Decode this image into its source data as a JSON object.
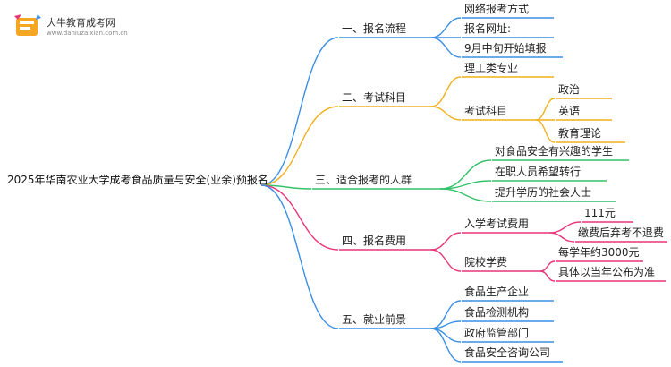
{
  "logo": {
    "name": "大牛教育成考网",
    "url": "www.daniuzaixian.com.cn"
  },
  "root": "2025年华南农业大学成考食品质量与安全(业余)预报名",
  "branches": [
    {
      "label": "一、报名流程",
      "color": "#3a8ee6",
      "children": [
        {
          "label": "网络报考方式"
        },
        {
          "label": "报名网址:"
        },
        {
          "label": "9月中旬开始填报"
        }
      ]
    },
    {
      "label": "二、考试科目",
      "color": "#f2b01e",
      "children": [
        {
          "label": "理工类专业"
        },
        {
          "label": "考试科目",
          "children": [
            {
              "label": "政治"
            },
            {
              "label": "英语"
            },
            {
              "label": "教育理论"
            }
          ]
        }
      ]
    },
    {
      "label": "三、适合报考的人群",
      "color": "#33c26a",
      "children": [
        {
          "label": "对食品安全有兴趣的学生"
        },
        {
          "label": "在职人员希望转行"
        },
        {
          "label": "提升学历的社会人士"
        }
      ]
    },
    {
      "label": "四、报名费用",
      "color": "#e8357a",
      "children": [
        {
          "label": "入学考试费用",
          "children": [
            {
              "label": "111元"
            },
            {
              "label": "缴费后弃考不退费"
            }
          ]
        },
        {
          "label": "院校学费",
          "children": [
            {
              "label": "每学年约3000元"
            },
            {
              "label": "具体以当年公布为准"
            }
          ]
        }
      ]
    },
    {
      "label": "五、就业前景",
      "color": "#3a8ee6",
      "children": [
        {
          "label": "食品生产企业"
        },
        {
          "label": "食品检测机构"
        },
        {
          "label": "政府监管部门"
        },
        {
          "label": "食品安全咨询公司"
        }
      ]
    }
  ]
}
